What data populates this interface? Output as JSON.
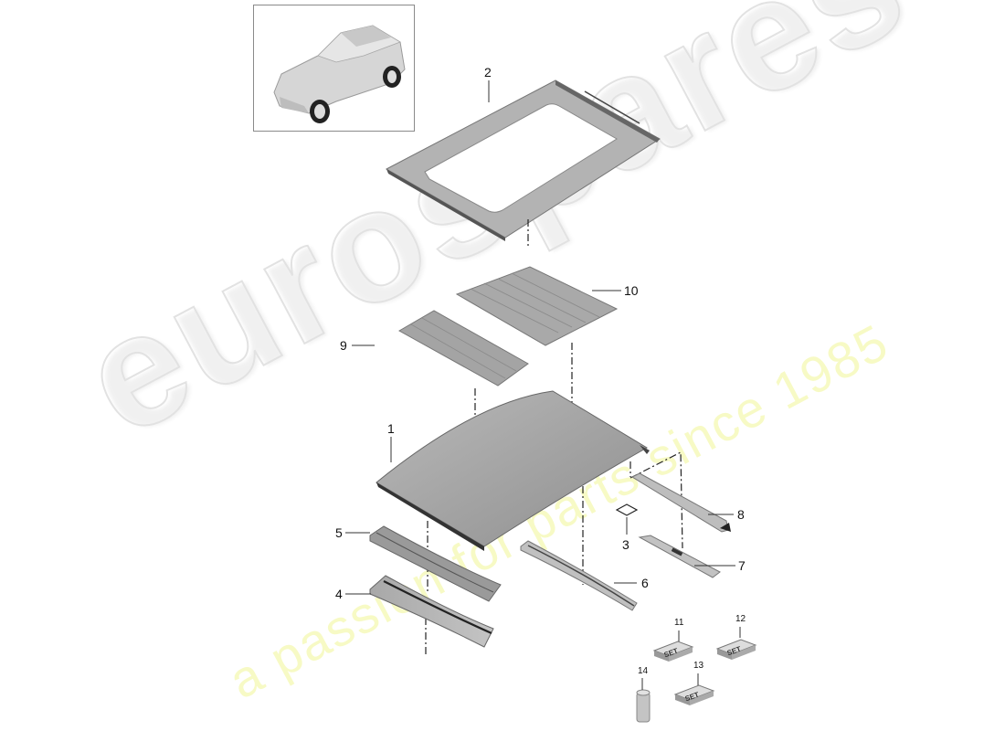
{
  "diagram": {
    "type": "exploded-parts-diagram",
    "subject": "Roof assembly",
    "thumbnail": {
      "icon": "car-thumbnail-icon"
    },
    "watermark": {
      "brand": "eurospares",
      "tagline": "a passion for parts since 1985",
      "brand_color": "#e6e6e6",
      "tagline_color": "#f2f59a"
    },
    "parts": [
      {
        "number": "1",
        "name": "roof-panel"
      },
      {
        "number": "2",
        "name": "roof-frame-sunroof"
      },
      {
        "number": "3",
        "name": "small-pad"
      },
      {
        "number": "4",
        "name": "front-cross-member-lower"
      },
      {
        "number": "5",
        "name": "front-cross-member-upper"
      },
      {
        "number": "6",
        "name": "middle-roof-bow"
      },
      {
        "number": "7",
        "name": "rear-cross-member-lower"
      },
      {
        "number": "8",
        "name": "rear-cross-member-upper"
      },
      {
        "number": "9",
        "name": "damping-mat-front"
      },
      {
        "number": "10",
        "name": "damping-mat-rear"
      },
      {
        "number": "11",
        "name": "repair-set",
        "badge": "SET"
      },
      {
        "number": "12",
        "name": "repair-set",
        "badge": "SET"
      },
      {
        "number": "13",
        "name": "repair-set",
        "badge": "SET"
      },
      {
        "number": "14",
        "name": "cartridge"
      }
    ]
  }
}
